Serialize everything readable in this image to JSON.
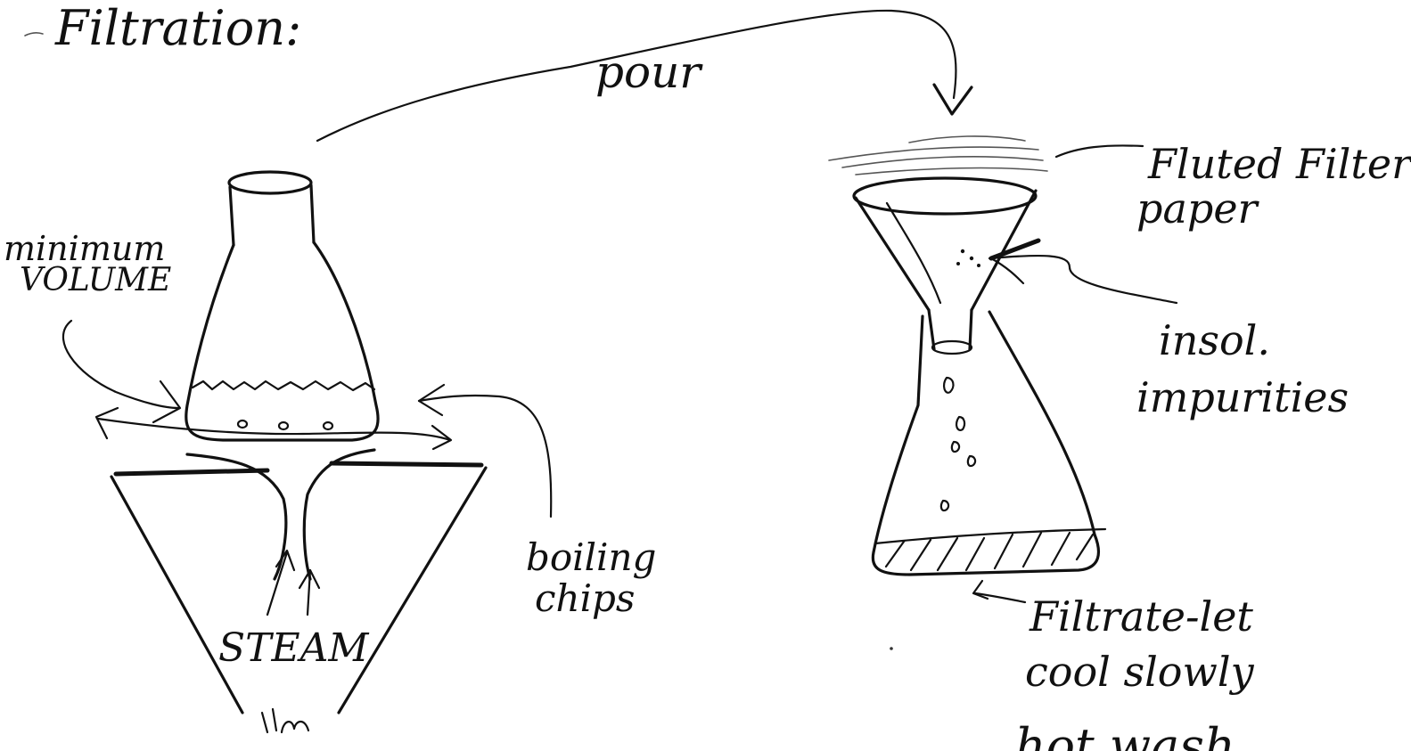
{
  "title": "Filtration:",
  "labels": {
    "pour": "pour",
    "minimum_volume_line1": "minimum",
    "minimum_volume_line2": "VOLUME",
    "steam": "STEAM",
    "boiling_chips_line1": "boiling",
    "boiling_chips_line2": "chips",
    "fluted_filter_line1": "Fluted Filter",
    "fluted_filter_line2": "paper",
    "insol_impurities_line1": "insol.",
    "insol_impurities_line2": "impurities",
    "filtrate_line1": "Filtrate-let",
    "filtrate_line2": "cool slowly",
    "cut_off_bottom": "... hot wash"
  },
  "colors": {
    "ink": "#111111",
    "paper": "#ffffff"
  }
}
